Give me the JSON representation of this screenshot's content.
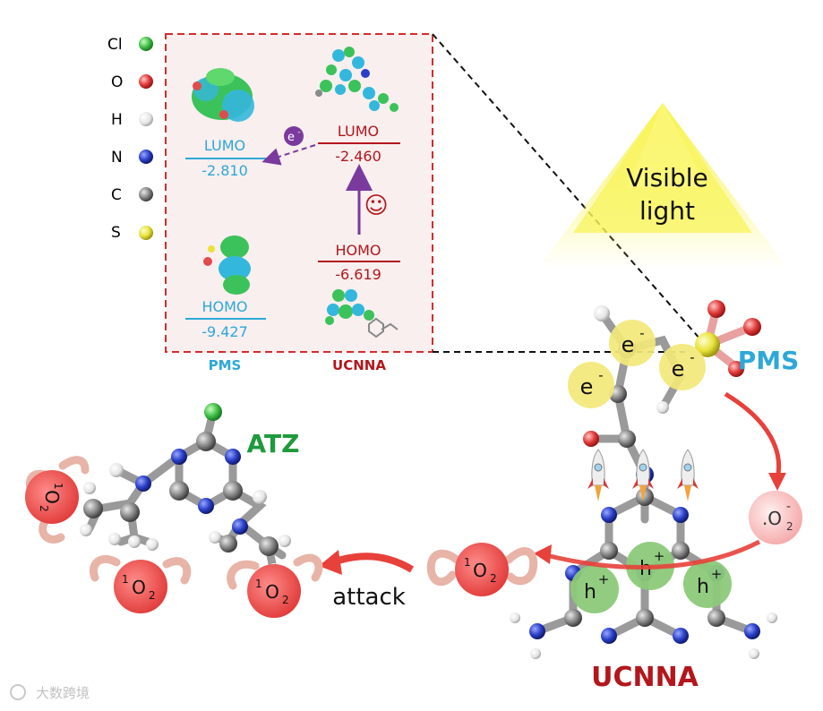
{
  "legend": [
    {
      "symbol": "Cl",
      "color": "#46c84a"
    },
    {
      "symbol": "O",
      "color": "#e24b4b"
    },
    {
      "symbol": "H",
      "color": "#e8e8e8"
    },
    {
      "symbol": "N",
      "color": "#2a3fc8"
    },
    {
      "symbol": "C",
      "color": "#8a8a8a"
    },
    {
      "symbol": "S",
      "color": "#e8e23a"
    }
  ],
  "energy_panel": {
    "pms": {
      "lumo_label": "LUMO",
      "lumo_value": "-2.810",
      "homo_label": "HOMO",
      "homo_value": "-9.427",
      "name": "PMS"
    },
    "ucnna": {
      "lumo_label": "LUMO",
      "lumo_value": "-2.460",
      "homo_label": "HOMO",
      "homo_value": "-6.619",
      "name": "UCNNA"
    },
    "transfer_badge": "e",
    "transfer_badge_sup": "-",
    "smiley": "☺"
  },
  "light": {
    "line1": "Visible",
    "line2": "light"
  },
  "pms_label": "PMS",
  "electrons": [
    {
      "text": "e",
      "sup": "-"
    },
    {
      "text": "e",
      "sup": "-"
    },
    {
      "text": "e",
      "sup": "-"
    }
  ],
  "holes": [
    {
      "text": "h",
      "sup": "+"
    },
    {
      "text": "h",
      "sup": "+"
    },
    {
      "text": "h",
      "sup": "+"
    }
  ],
  "superoxide": {
    "pre": ".O",
    "sub": "2",
    "sup": "-"
  },
  "singlet_oxygen": {
    "pre": "1",
    "main": "O",
    "sub": "2"
  },
  "atz_label": "ATZ",
  "attack_label": "attack",
  "ucnna_label": "UCNNA",
  "watermark": "大数跨境",
  "colors": {
    "red": "#b3161c",
    "cyan": "#2ea8d8",
    "green": "#1f9a3c",
    "purple": "#7b3a9e",
    "electron": "#f3e87a",
    "hole": "#8cc97a",
    "oxygen": "#ea4a48"
  }
}
